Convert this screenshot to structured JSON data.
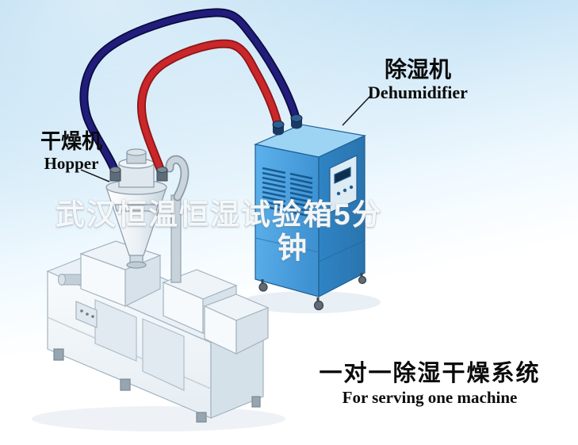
{
  "labels": {
    "hopper_cn": "干燥机",
    "hopper_en": "Hopper",
    "dehumidifier_cn": "除湿机",
    "dehumidifier_en": "Dehumidifier",
    "caption_cn": "一对一除湿干燥系统",
    "caption_en": "For serving one machine"
  },
  "watermark": {
    "line1": "武汉恒温恒湿试验箱5分",
    "line2": "钟"
  },
  "colors": {
    "pipe_red": "#c9272b",
    "pipe_navy": "#211d7a",
    "dehumidifier_blue": "#4fa8e4",
    "sky_blue": "#a6d3ee"
  }
}
